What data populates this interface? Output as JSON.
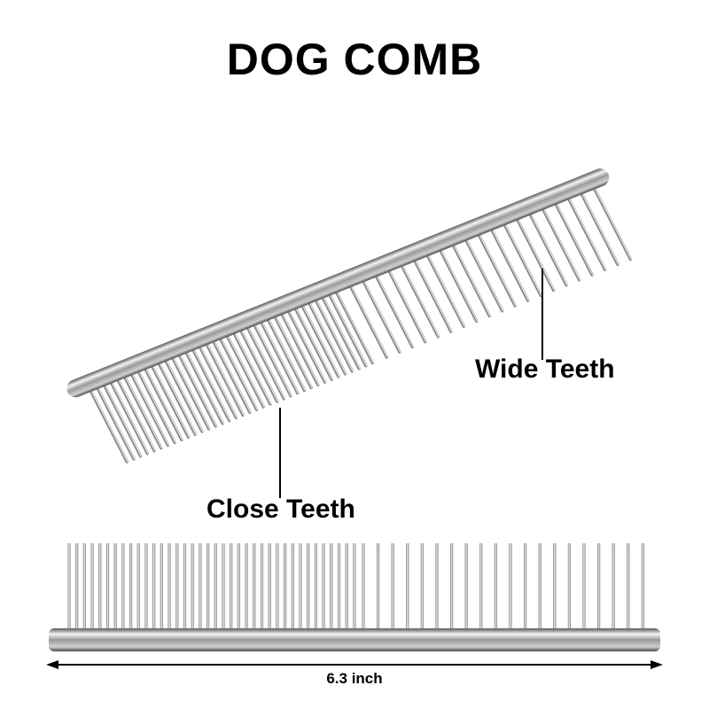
{
  "title": "DOG COMB",
  "labels": {
    "wide_teeth": "Wide Teeth",
    "close_teeth": "Close Teeth",
    "dimension": "6.3 inch"
  },
  "colors": {
    "text": "#000000",
    "background": "#ffffff",
    "metal_dark": "#6e6e6e",
    "metal_light": "#f2f2f2"
  },
  "icons": {
    "dimension_arrow": "double-headed-arrow"
  }
}
